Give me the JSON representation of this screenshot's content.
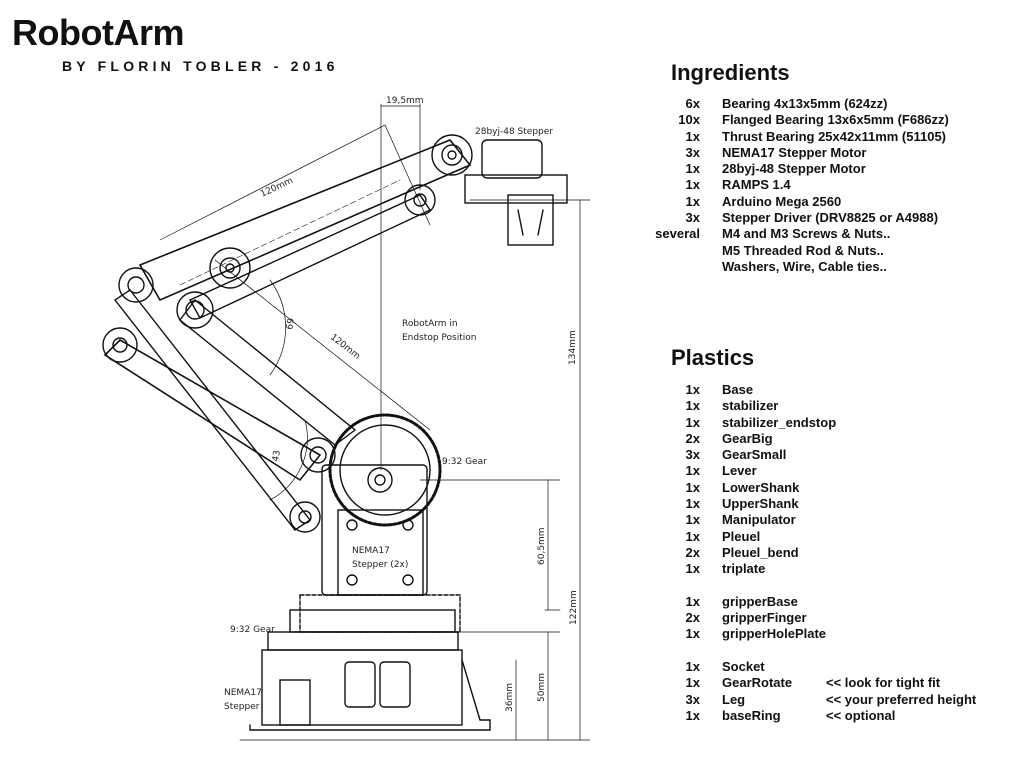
{
  "header": {
    "title": "RobotArm",
    "subtitle": "BY FLORIN TOBLER - 2016"
  },
  "ingredients": {
    "heading": "Ingredients",
    "items": [
      {
        "qty": "6x",
        "name": "Bearing 4x13x5mm (624zz)"
      },
      {
        "qty": "10x",
        "name": "Flanged Bearing 13x6x5mm (F686zz)"
      },
      {
        "qty": "1x",
        "name": "Thrust Bearing 25x42x11mm (51105)"
      },
      {
        "qty": "3x",
        "name": "NEMA17 Stepper Motor"
      },
      {
        "qty": "1x",
        "name": "28byj-48 Stepper Motor"
      },
      {
        "qty": "1x",
        "name": "RAMPS 1.4"
      },
      {
        "qty": "1x",
        "name": "Arduino Mega 2560"
      },
      {
        "qty": "3x",
        "name": "Stepper Driver (DRV8825 or A4988)"
      },
      {
        "qty": "several",
        "name": "M4 and M3 Screws & Nuts.."
      },
      {
        "qty": "",
        "name": "M5 Threaded Rod & Nuts.."
      },
      {
        "qty": "",
        "name": "Washers, Wire, Cable ties.."
      }
    ]
  },
  "plastics": {
    "heading": "Plastics",
    "group1": [
      {
        "qty": "1x",
        "name": "Base"
      },
      {
        "qty": "1x",
        "name": "stabilizer"
      },
      {
        "qty": "1x",
        "name": "stabilizer_endstop"
      },
      {
        "qty": "2x",
        "name": "GearBig"
      },
      {
        "qty": "3x",
        "name": "GearSmall"
      },
      {
        "qty": "1x",
        "name": "Lever"
      },
      {
        "qty": "1x",
        "name": "LowerShank"
      },
      {
        "qty": "1x",
        "name": "UpperShank"
      },
      {
        "qty": "1x",
        "name": "Manipulator"
      },
      {
        "qty": "1x",
        "name": "Pleuel"
      },
      {
        "qty": "2x",
        "name": "Pleuel_bend"
      },
      {
        "qty": "1x",
        "name": "triplate"
      }
    ],
    "group2": [
      {
        "qty": "1x",
        "name": "gripperBase"
      },
      {
        "qty": "2x",
        "name": "gripperFinger"
      },
      {
        "qty": "1x",
        "name": "gripperHolePlate"
      }
    ],
    "group3": [
      {
        "qty": "1x",
        "name": "Socket",
        "note": ""
      },
      {
        "qty": "1x",
        "name": "GearRotate",
        "note": "<< look for tight fit"
      },
      {
        "qty": "3x",
        "name": "Leg",
        "note": "<< your preferred height"
      },
      {
        "qty": "1x",
        "name": "baseRing",
        "note": "<< optional"
      }
    ]
  },
  "drawing": {
    "dim_top": "19,5mm",
    "stepper_small": "28byj-48 Stepper",
    "dim_arm_upper": "120mm",
    "dim_arm_lower": "120mm",
    "angle_69": "69",
    "angle_43": "43",
    "caption_line1": "RobotArm in",
    "caption_line2": "Endstop Position",
    "dim_134": "134mm",
    "gear_upper": "9:32 Gear",
    "motor_mid_line1": "NEMA17",
    "motor_mid_line2": "Stepper (2x)",
    "dim_60": "60,5mm",
    "dim_122": "122mm",
    "gear_lower": "9:32 Gear",
    "dim_50": "50mm",
    "dim_36": "36mm",
    "motor_low_line1": "NEMA17",
    "motor_low_line2": "Stepper"
  }
}
